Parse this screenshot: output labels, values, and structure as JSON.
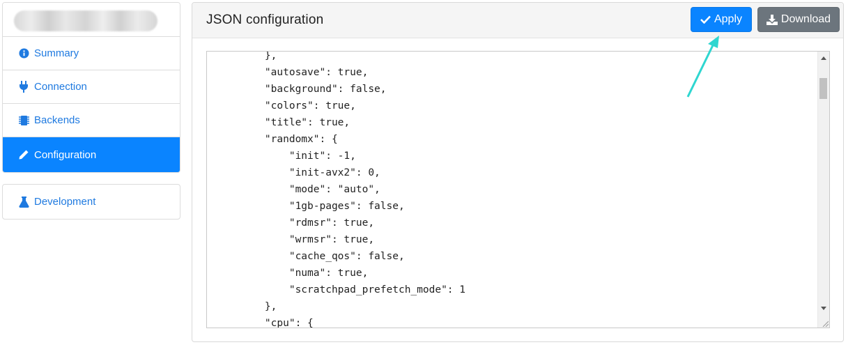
{
  "sidebar": {
    "items": [
      {
        "label": "Summary",
        "icon": "info-circle-icon"
      },
      {
        "label": "Connection",
        "icon": "plug-icon"
      },
      {
        "label": "Backends",
        "icon": "chip-icon"
      },
      {
        "label": "Configuration",
        "icon": "pencil-icon",
        "active": true
      }
    ],
    "secondary": [
      {
        "label": "Development",
        "icon": "flask-icon"
      }
    ]
  },
  "panel": {
    "title": "JSON configuration",
    "apply_label": "Apply",
    "download_label": "Download"
  },
  "editor": {
    "content": "    },\n    \"autosave\": true,\n    \"background\": false,\n    \"colors\": true,\n    \"title\": true,\n    \"randomx\": {\n        \"init\": -1,\n        \"init-avx2\": 0,\n        \"mode\": \"auto\",\n        \"1gb-pages\": false,\n        \"rdmsr\": true,\n        \"wrmsr\": true,\n        \"cache_qos\": false,\n        \"numa\": true,\n        \"scratchpad_prefetch_mode\": 1\n    },\n    \"cpu\": {"
  },
  "colors": {
    "accent": "#0a84ff",
    "link": "#1f7ae0",
    "secondary_button": "#6c757d",
    "annotation_arrow": "#2fd6d0"
  }
}
